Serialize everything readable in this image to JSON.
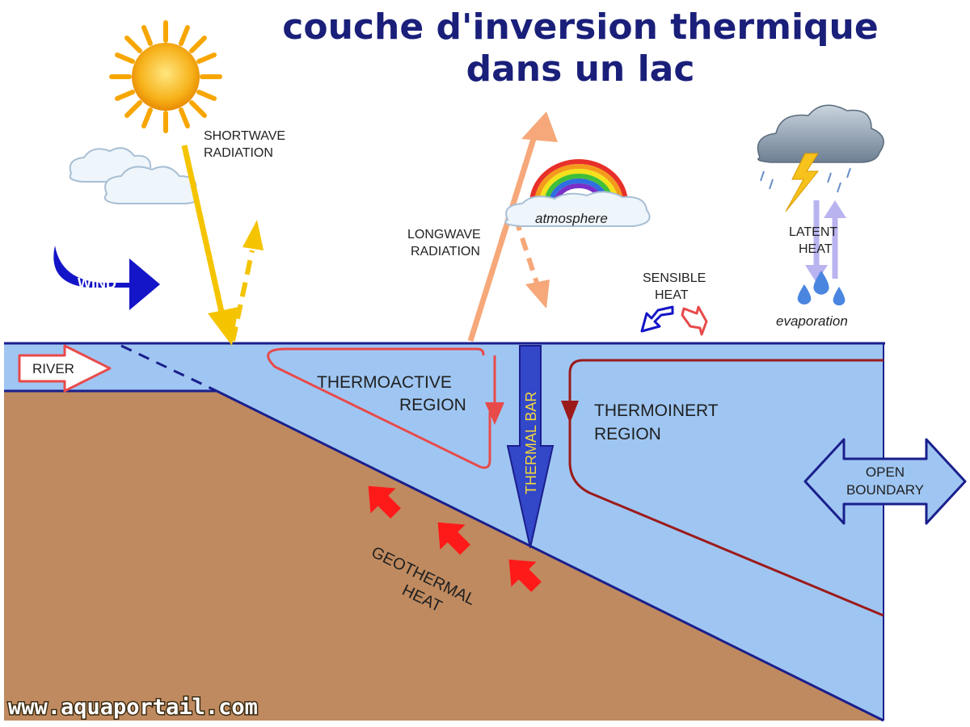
{
  "title": {
    "line1": "couche d'inversion thermique",
    "line2": "dans un lac"
  },
  "labels": {
    "shortwave_1": "SHORTWAVE",
    "shortwave_2": "RADIATION",
    "longwave_1": "LONGWAVE",
    "longwave_2": "RADIATION",
    "atmosphere": "atmosphere",
    "latent_1": "LATENT",
    "latent_2": "HEAT",
    "sensible_1": "SENSIBLE",
    "sensible_2": "HEAT",
    "evaporation": "evaporation",
    "wind": "WIND",
    "river": "RIVER",
    "thermoactive_1": "THERMOACTIVE",
    "thermoactive_2": "REGION",
    "thermal_bar": "THERMAL BAR",
    "thermoinert_1": "THERMOINERT",
    "thermoinert_2": "REGION",
    "open_boundary_1": "OPEN",
    "open_boundary_2": "BOUNDARY",
    "geothermal_1": "GEOTHERMAL",
    "geothermal_2": "HEAT"
  },
  "watermark": "www.aquaportail.com",
  "icons": [
    "sun-icon",
    "cloud-icon",
    "rainbow-icon",
    "storm-cloud-icon",
    "lightning-icon",
    "raindrop-icon"
  ],
  "colors": {
    "water": "#9fc6f2",
    "water_line": "#1a1f8c",
    "ground": "#bf8a5f",
    "shortwave": "#f5c400",
    "longwave": "#f6a87a",
    "thermoactive_loop": "#e84a4a",
    "thermoinert_loop": "#9b1b1b",
    "wind": "#1414c8",
    "thermal_bar": "#3347c9",
    "geothermal": "#ff1a1a"
  }
}
